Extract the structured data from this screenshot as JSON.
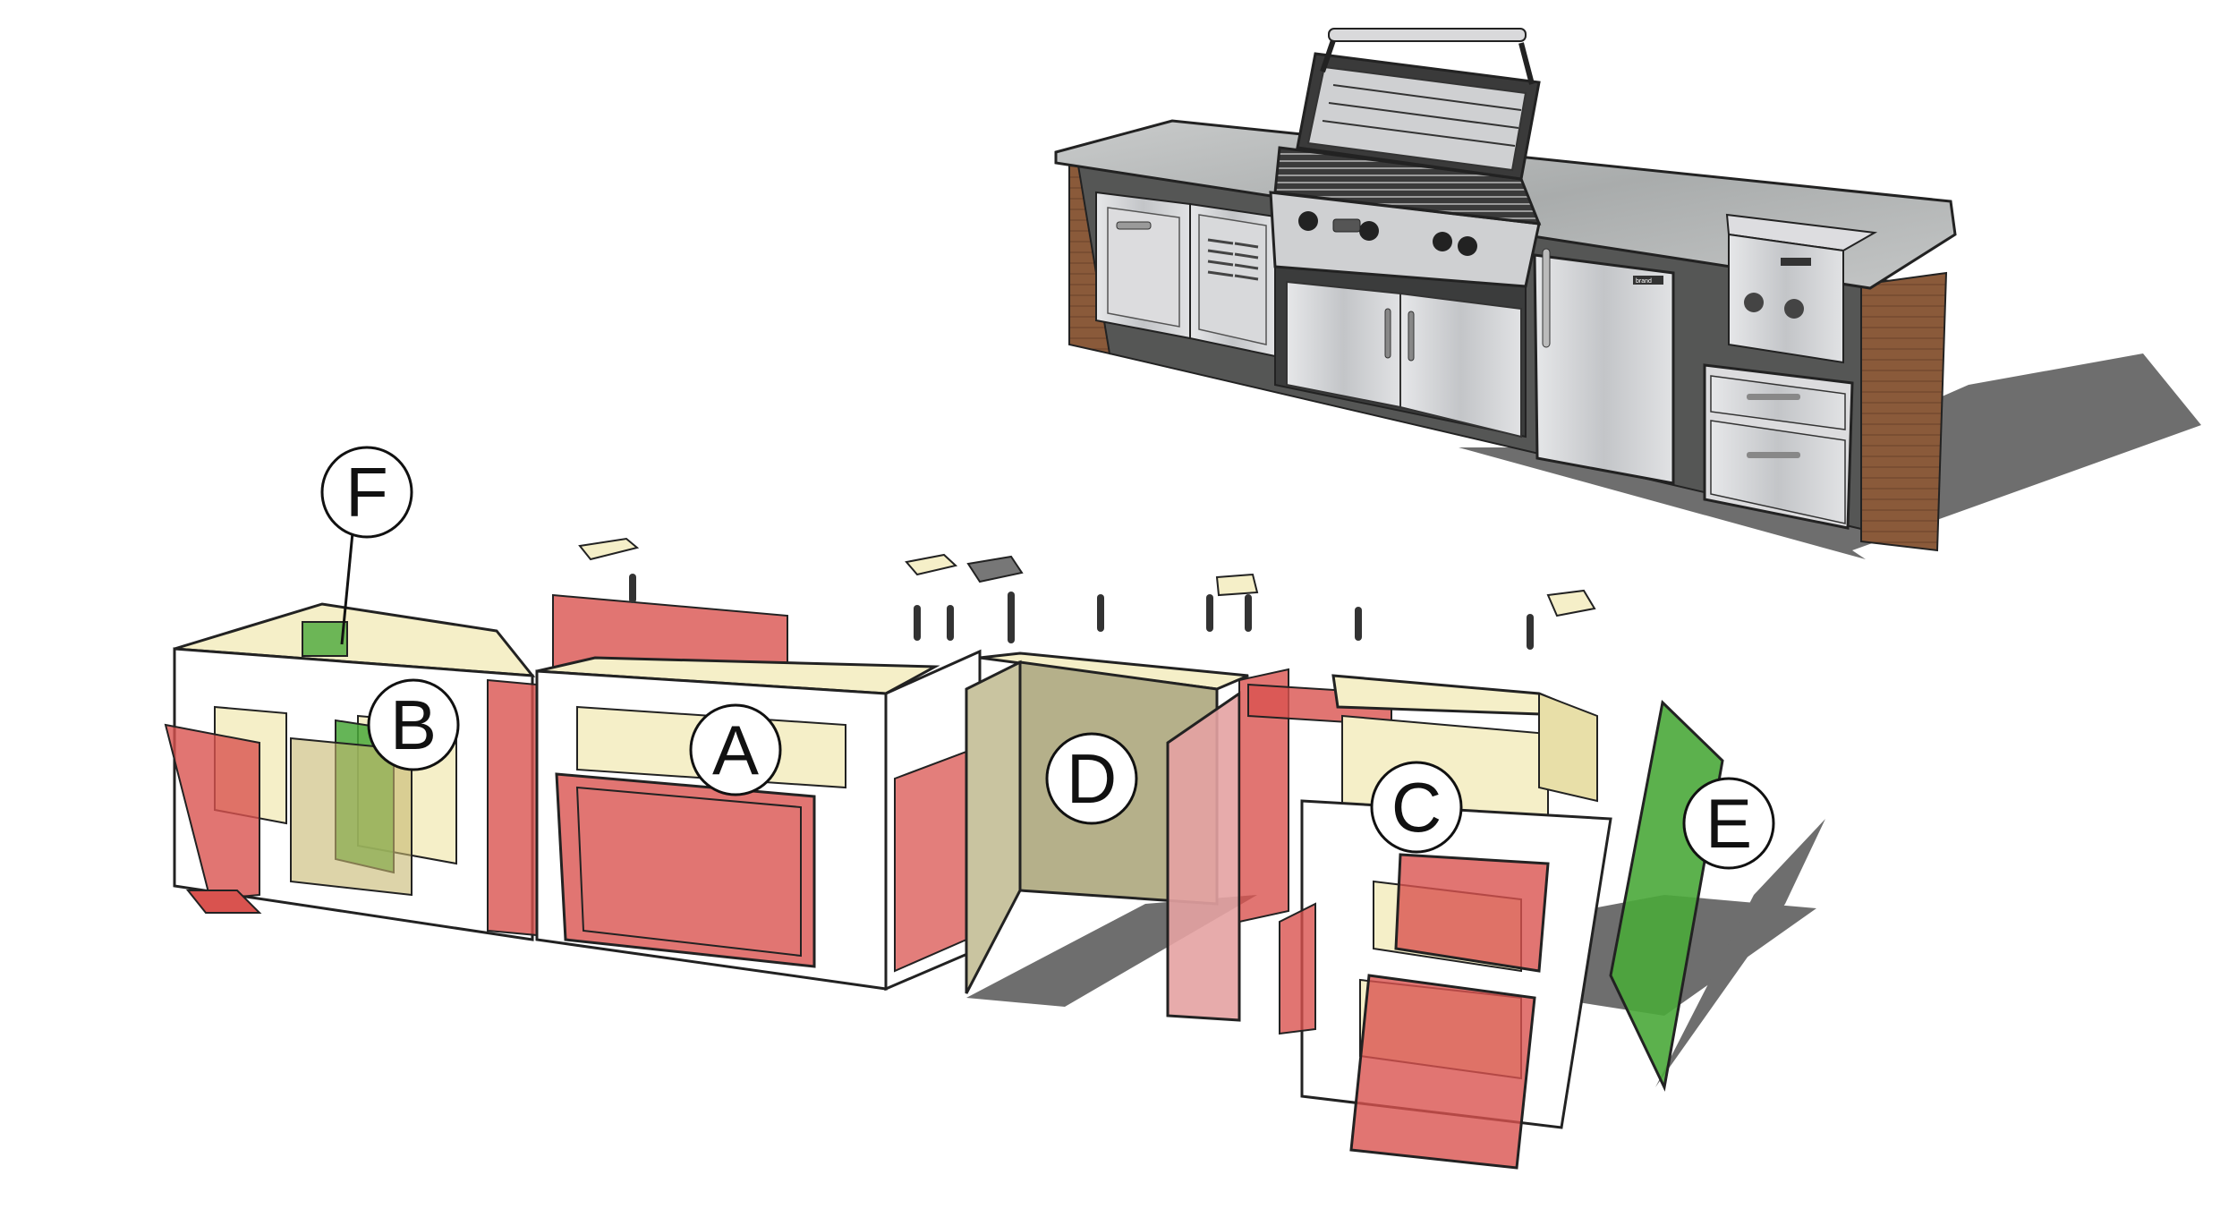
{
  "diagram": {
    "callouts": [
      {
        "id": "F",
        "label": "F"
      },
      {
        "id": "B",
        "label": "B"
      },
      {
        "id": "A",
        "label": "A"
      },
      {
        "id": "D",
        "label": "D"
      },
      {
        "id": "C",
        "label": "C"
      },
      {
        "id": "E",
        "label": "E"
      }
    ],
    "colors": {
      "panel_red": "#d9534f",
      "panel_green": "#4aa83a",
      "panel_cream": "#f5efc8",
      "panel_white": "#ffffff",
      "shadow": "#6e6e6e",
      "steel": "#d2d3d6",
      "counter_stone": "#b9bcbc",
      "cabinet_dark": "#555655",
      "brick": "#8a5a3a"
    }
  }
}
